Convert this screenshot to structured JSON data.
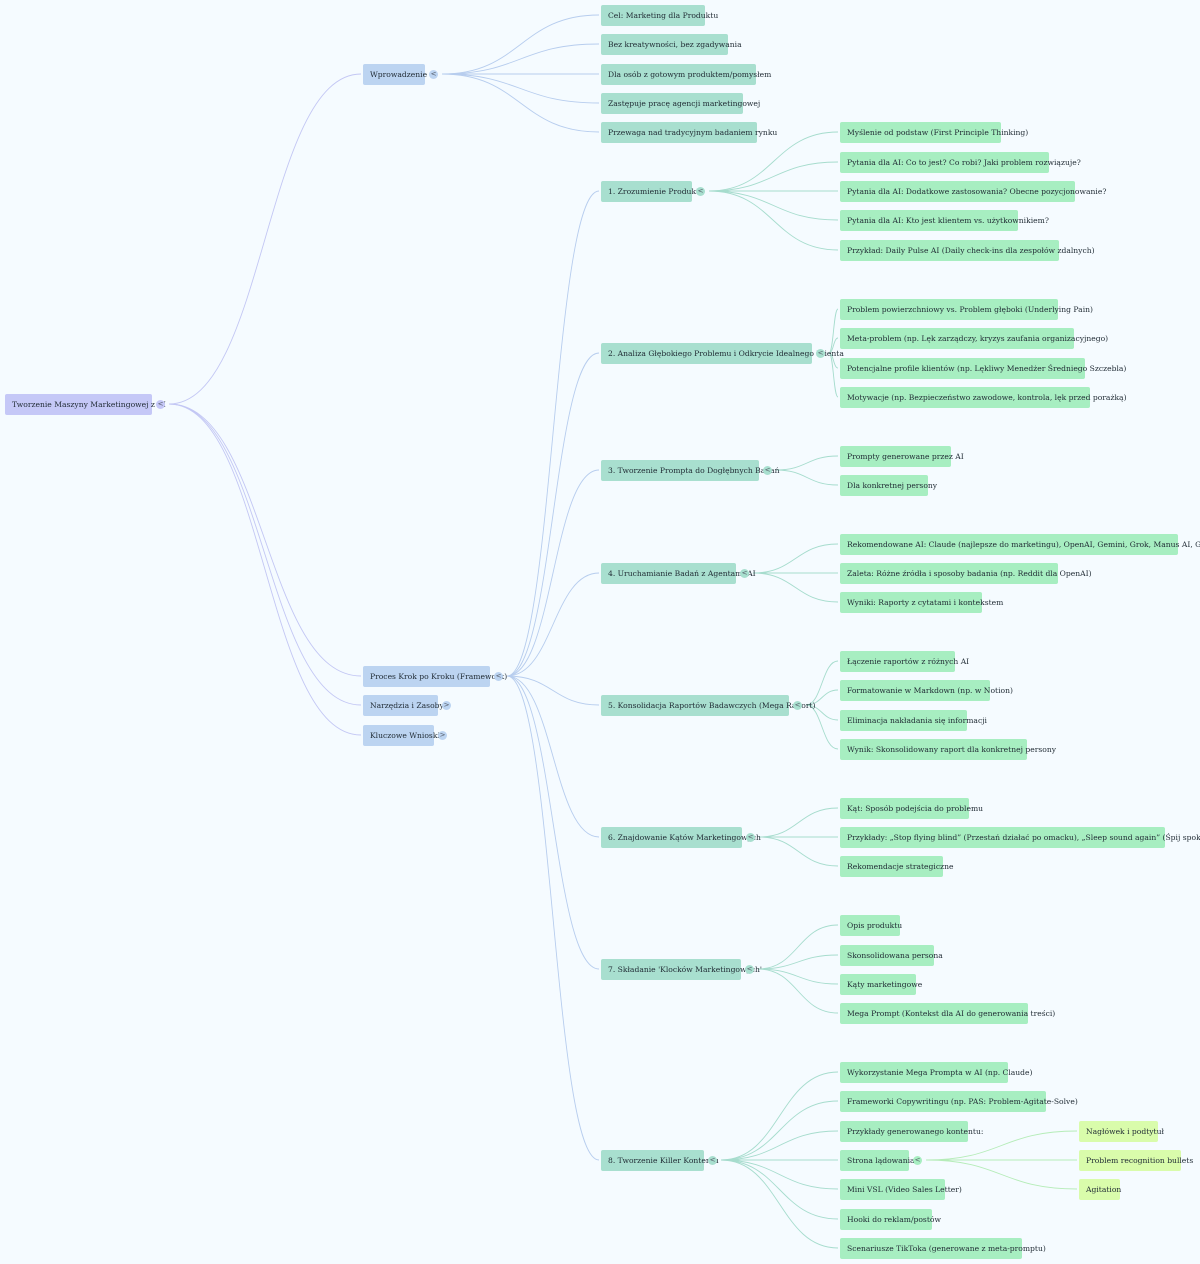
{
  "colors": {
    "background": "#f5fbff",
    "root_node": "#c5c8f7",
    "section_node": "#bcd4f1",
    "step_node": "#a8dfcf",
    "detail_node": "#a7eec1",
    "subdetail_node": "#d9fcab",
    "link_root": "#c3c7f4",
    "link_section": "#b7cdee",
    "link_step": "#a6dccd",
    "link_detail": "#b5ecb8"
  },
  "icons": {
    "collapse": "chevron-left-icon",
    "expand": "chevron-right-icon"
  },
  "mindmap": {
    "root": {
      "label": "Tworzenie Maszyny Marketingowej z AI",
      "toggle": "<",
      "children": [
        {
          "label": "Wprowadzenie",
          "toggle": "<",
          "children": [
            {
              "label": "Cel: Marketing dla Produktu"
            },
            {
              "label": "Bez kreatywności, bez zgadywania"
            },
            {
              "label": "Dla osób z gotowym produktem/pomysłem"
            },
            {
              "label": "Zastępuje pracę agencji marketingowej"
            },
            {
              "label": "Przewaga nad tradycyjnym badaniem rynku"
            }
          ]
        },
        {
          "label": "Proces Krok po Kroku (Framework)",
          "toggle": "<",
          "children": [
            {
              "label": "1. Zrozumienie Produktu",
              "toggle": "<",
              "children": [
                {
                  "label": "Myślenie od podstaw (First Principle Thinking)"
                },
                {
                  "label": "Pytania dla AI: Co to jest? Co robi? Jaki problem rozwiązuje?"
                },
                {
                  "label": "Pytania dla AI: Dodatkowe zastosowania? Obecne pozycjonowanie?"
                },
                {
                  "label": "Pytania dla AI: Kto jest klientem vs. użytkownikiem?"
                },
                {
                  "label": "Przykład: Daily Pulse AI (Daily check-ins dla zespołów zdalnych)"
                }
              ]
            },
            {
              "label": "2. Analiza Głębokiego Problemu i Odkrycie Idealnego Klienta",
              "toggle": "<",
              "children": [
                {
                  "label": "Problem powierzchniowy vs. Problem głęboki (Underlying Pain)"
                },
                {
                  "label": "Meta-problem (np. Lęk zarządczy, kryzys zaufania organizacyjnego)"
                },
                {
                  "label": "Potencjalne profile klientów (np. Lękliwy Menedżer Średniego Szczebla)"
                },
                {
                  "label": "Motywacje (np. Bezpieczeństwo zawodowe, kontrola, lęk przed porażką)"
                }
              ]
            },
            {
              "label": "3. Tworzenie Prompta do Dogłębnych Badań",
              "toggle": "<",
              "children": [
                {
                  "label": "Prompty generowane przez AI"
                },
                {
                  "label": "Dla konkretnej persony"
                }
              ]
            },
            {
              "label": "4. Uruchamianie Badań z Agentami AI",
              "toggle": "<",
              "children": [
                {
                  "label": "Rekomendowane AI: Claude (najlepsze do marketingu), OpenAI, Gemini, Grok, Manus AI, GenSpark"
                },
                {
                  "label": "Zaleta: Różne źródła i sposoby badania (np. Reddit dla OpenAI)"
                },
                {
                  "label": "Wyniki: Raporty z cytatami i kontekstem"
                }
              ]
            },
            {
              "label": "5. Konsolidacja Raportów Badawczych (Mega Raport)",
              "toggle": "<",
              "children": [
                {
                  "label": "Łączenie raportów z różnych AI"
                },
                {
                  "label": "Formatowanie w Markdown (np. w Notion)"
                },
                {
                  "label": "Eliminacja nakładania się informacji"
                },
                {
                  "label": "Wynik: Skonsolidowany raport dla konkretnej persony"
                }
              ]
            },
            {
              "label": "6. Znajdowanie Kątów Marketingowych",
              "toggle": "<",
              "children": [
                {
                  "label": "Kąt: Sposób podejścia do problemu"
                },
                {
                  "label": "Przykłady: „Stop flying blind” (Przestań działać po omacku), „Sleep sound again” (Śpij spokojnie)"
                },
                {
                  "label": "Rekomendacje strategiczne"
                }
              ]
            },
            {
              "label": "7. Składanie 'Klocków Marketingowych'",
              "toggle": "<",
              "children": [
                {
                  "label": "Opis produktu"
                },
                {
                  "label": "Skonsolidowana persona"
                },
                {
                  "label": "Kąty marketingowe"
                },
                {
                  "label": "Mega Prompt (Kontekst dla AI do generowania treści)"
                }
              ]
            },
            {
              "label": "8. Tworzenie Killer Kontentu",
              "toggle": "<",
              "children": [
                {
                  "label": "Wykorzystanie Mega Prompta w AI (np. Claude)"
                },
                {
                  "label": "Frameworki Copywritingu (np. PAS: Problem-Agitate-Solve)"
                },
                {
                  "label": "Przykłady generowanego kontentu:"
                },
                {
                  "label": "Strona lądowania",
                  "toggle": "<",
                  "children": [
                    {
                      "label": "Nagłówek i podtytuł"
                    },
                    {
                      "label": "Problem recognition bullets"
                    },
                    {
                      "label": "Agitation"
                    }
                  ]
                },
                {
                  "label": "Mini VSL (Video Sales Letter)"
                },
                {
                  "label": "Hooki do reklam/postów"
                },
                {
                  "label": "Scenariusze TikToka (generowane z meta-promptu)"
                }
              ]
            }
          ]
        },
        {
          "label": "Narzędzia i Zasoby",
          "toggle": ">",
          "children": []
        },
        {
          "label": "Kluczowe Wnioski",
          "toggle": ">",
          "children": []
        }
      ]
    }
  }
}
